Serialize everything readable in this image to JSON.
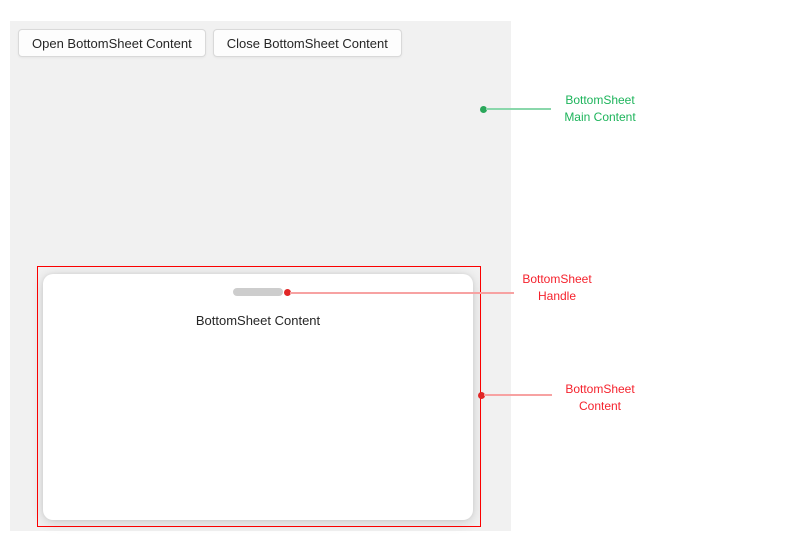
{
  "colors": {
    "main_bg": "#f1f1f1",
    "button_bg": "#fdfdfd",
    "button_border": "#d9d9d9",
    "text_dark": "#262626",
    "handle_gray": "#cdcdcd",
    "accent_green": "#1db45b",
    "accent_green_line": "#8ad7ab",
    "accent_green_dot": "#2aa75a",
    "accent_red": "#f5222d",
    "accent_red_line": "#f7a2a2",
    "accent_red_dot": "#e12727",
    "outline_red": "#fb0000"
  },
  "main_content": {
    "buttons": {
      "open_label": "Open BottomSheet Content",
      "close_label": "Close BottomSheet Content"
    }
  },
  "bottom_sheet": {
    "content_text": "BottomSheet Content"
  },
  "annotations": {
    "main_content_label": {
      "line1": "BottomSheet",
      "line2": "Main Content"
    },
    "handle_label": {
      "line1": "BottomSheet",
      "line2": "Handle"
    },
    "content_label": {
      "line1": "BottomSheet",
      "line2": "Content"
    }
  }
}
